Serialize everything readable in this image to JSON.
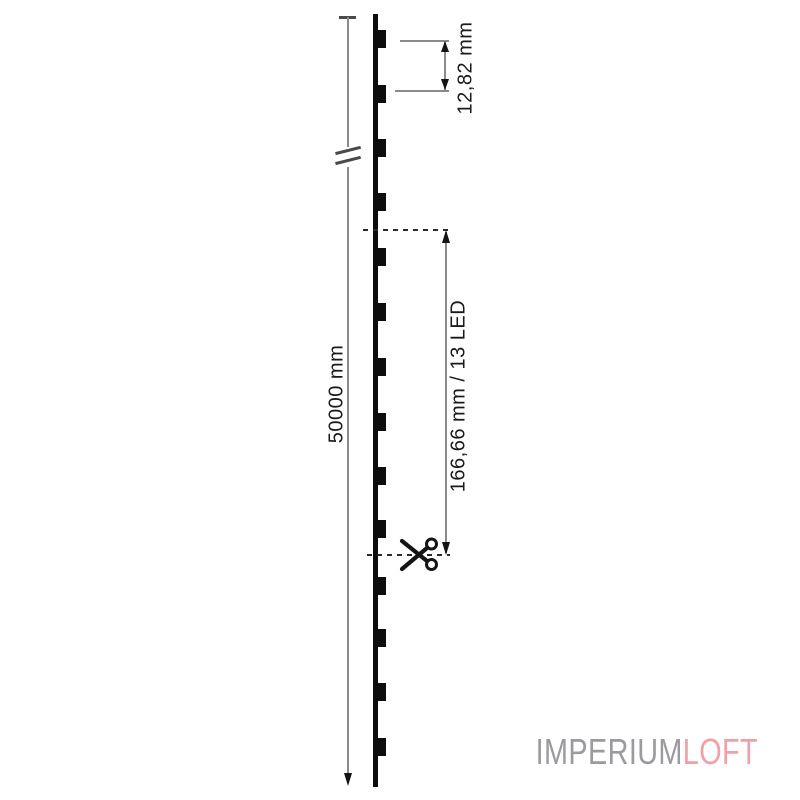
{
  "colors": {
    "background": "#ffffff",
    "strip": "#0d0d0d",
    "dimension_line": "#8a8a8a",
    "arrow": "#141414",
    "dashed_line": "#2b2b2b",
    "text": "#1a1a1a",
    "logo_imperium": "#9b9b9f",
    "logo_loft": "#f0a1a7"
  },
  "strip": {
    "led_count_shown": 14,
    "led_y_positions": [
      30,
      85,
      139,
      193,
      248,
      303,
      358,
      413,
      467,
      520,
      577,
      629,
      683,
      738
    ]
  },
  "dimensions": {
    "total_length": {
      "label": "50000 mm"
    },
    "led_pitch": {
      "label": "12,82 mm"
    },
    "cut_segment": {
      "label": "166,66 mm / 13 LED"
    }
  },
  "logo": {
    "part1": "IMPERIUM",
    "part2": "LOFT"
  }
}
